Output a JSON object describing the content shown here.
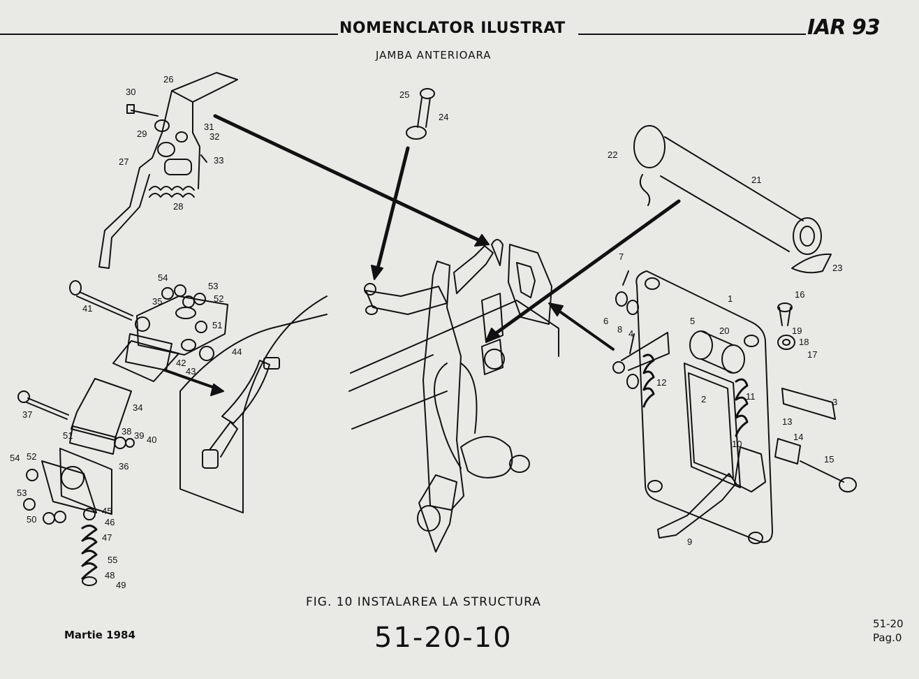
{
  "header": {
    "title": "NOMENCLATOR ILUSTRAT",
    "logo": "IAR 93",
    "subtitle": "JAMBA ANTERIOARA"
  },
  "figure": {
    "caption": "FIG. 10 INSTALAREA LA STRUCTURA",
    "callouts": [
      "1",
      "2",
      "3",
      "4",
      "5",
      "6",
      "7",
      "8",
      "9",
      "10",
      "11",
      "12",
      "13",
      "14",
      "15",
      "16",
      "17",
      "18",
      "19",
      "20",
      "21",
      "22",
      "23",
      "24",
      "25",
      "26",
      "27",
      "28",
      "29",
      "30",
      "31",
      "32",
      "33",
      "34",
      "35",
      "36",
      "37",
      "38",
      "39",
      "40",
      "41",
      "42",
      "43",
      "44",
      "45",
      "46",
      "47",
      "48",
      "49",
      "50",
      "51",
      "52",
      "53",
      "54",
      "55"
    ]
  },
  "footer": {
    "date": "Martie 1984",
    "doc_number": "51-20-10",
    "chapter": "51-20",
    "page": "Pag.0"
  }
}
